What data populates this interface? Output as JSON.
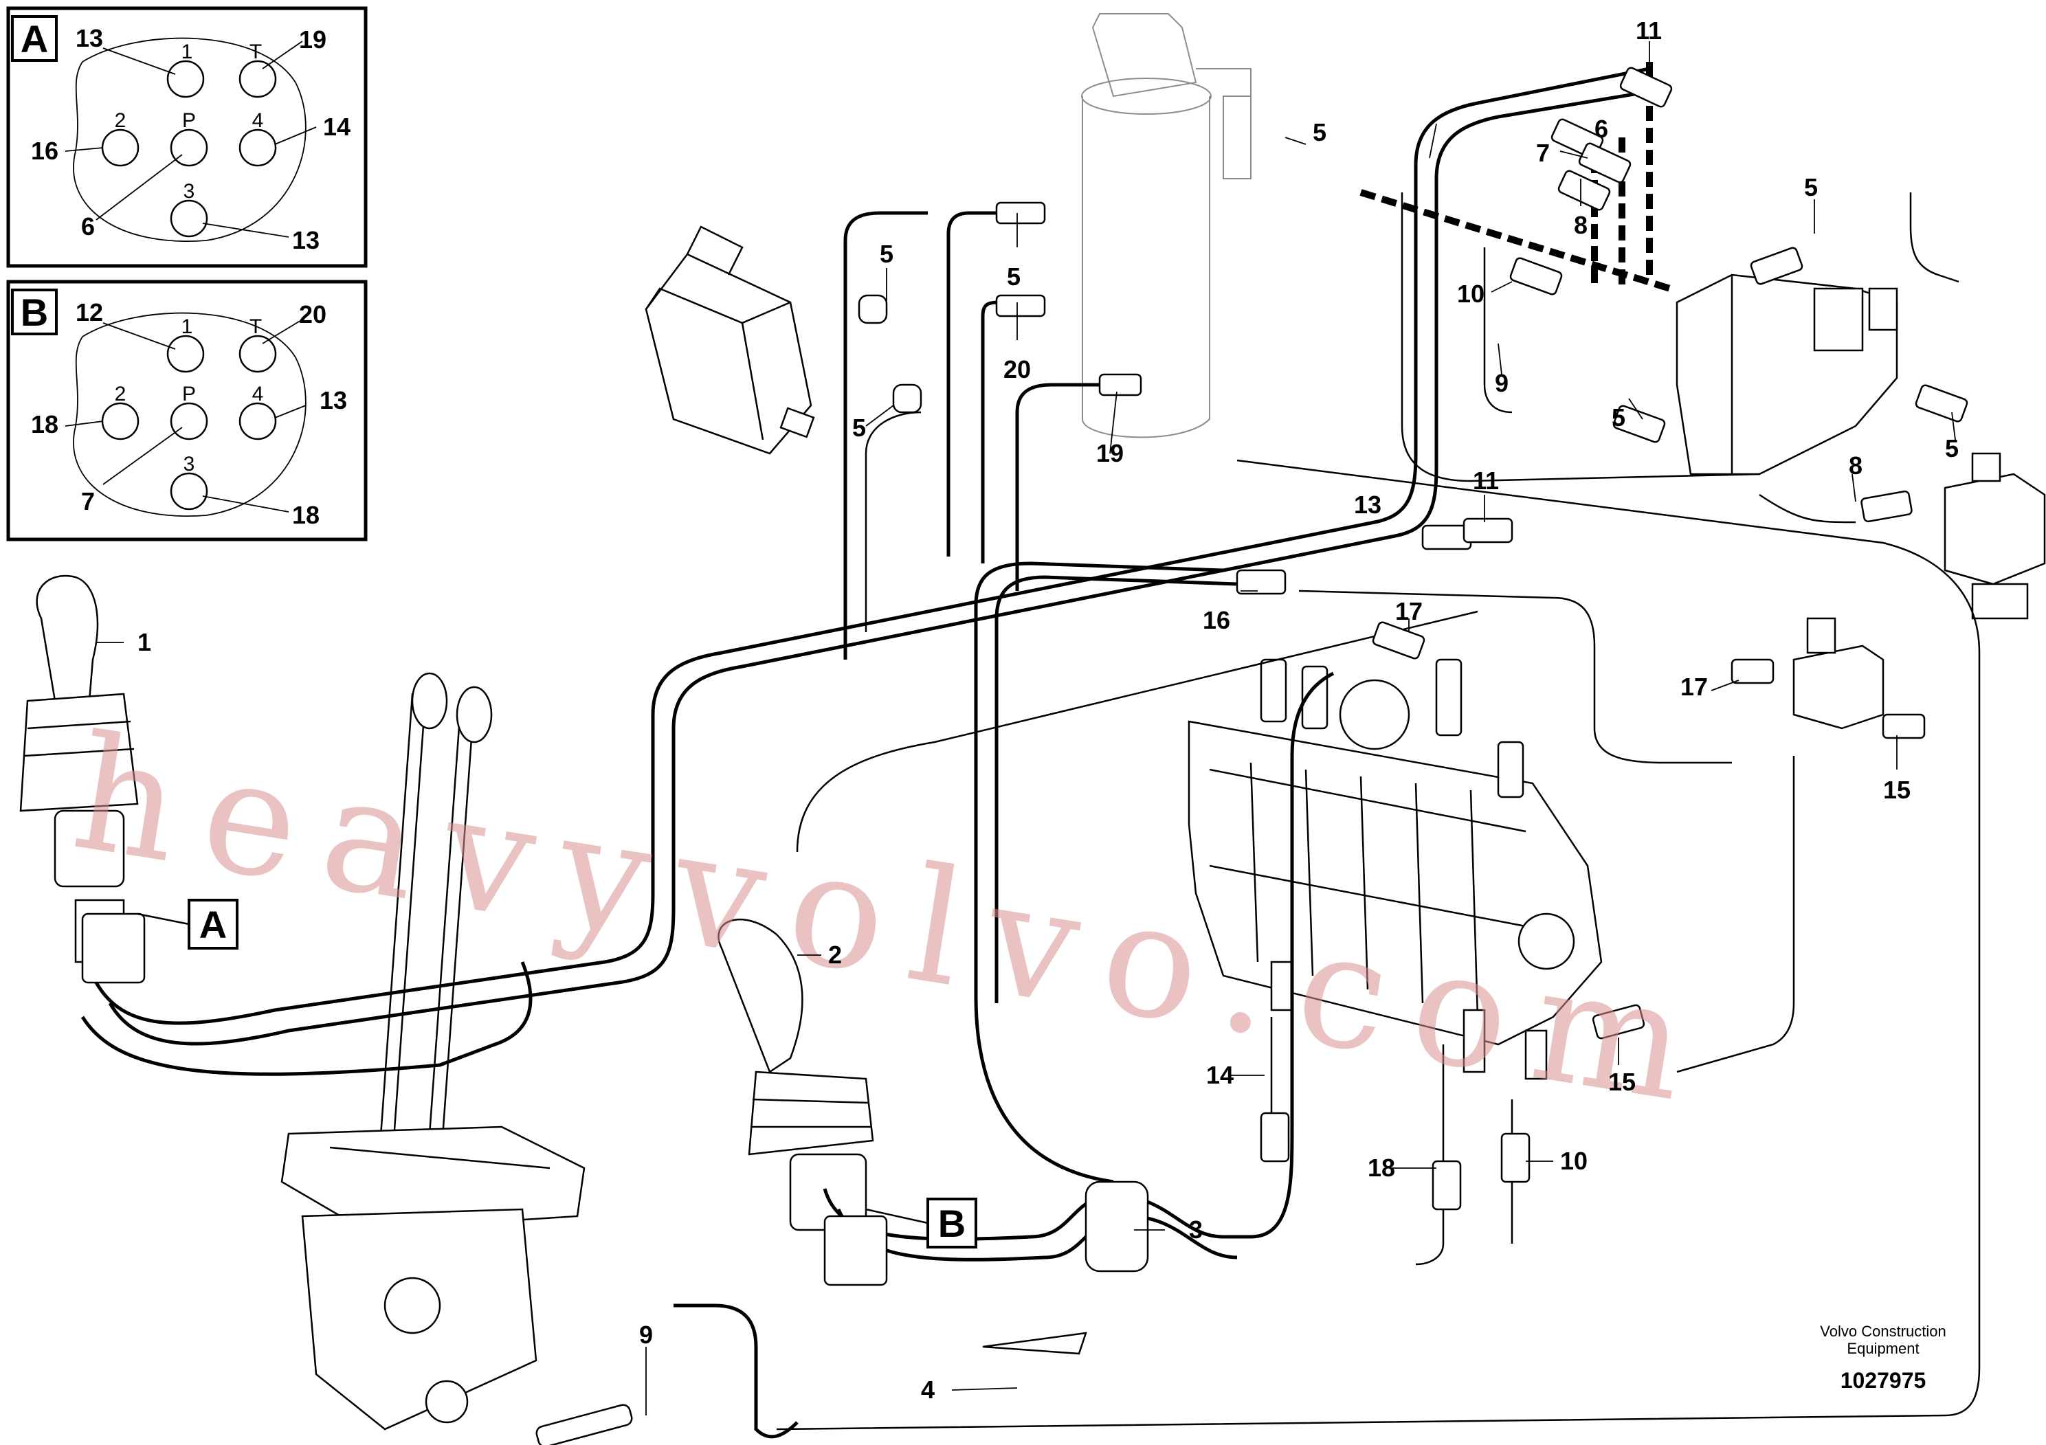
{
  "insets": [
    {
      "letter": "A",
      "pins": [
        "1",
        "T",
        "2",
        "P",
        "4",
        "3"
      ],
      "callouts": [
        "13",
        "19",
        "16",
        "14",
        "6",
        "13"
      ]
    },
    {
      "letter": "B",
      "pins": [
        "1",
        "T",
        "2",
        "P",
        "4",
        "3"
      ],
      "callouts": [
        "12",
        "20",
        "18",
        "13",
        "7",
        "18"
      ]
    }
  ],
  "callouts": {
    "c1": "1",
    "c2": "2",
    "c3": "3",
    "c4": "4",
    "c5a": "5",
    "c5b": "5",
    "c5c": "5",
    "c5d": "5",
    "c5e": "5",
    "c5f": "5",
    "c5g": "5",
    "c6": "6",
    "c7": "7",
    "c8a": "8",
    "c8b": "8",
    "c9a": "9",
    "c9b": "9",
    "c10a": "10",
    "c10b": "10",
    "c11a": "11",
    "c11b": "11",
    "c13": "13",
    "c14": "14",
    "c15a": "15",
    "c15b": "15",
    "c16": "16",
    "c17a": "17",
    "c17b": "17",
    "c18": "18",
    "c19": "19",
    "c20": "20"
  },
  "detail_labels": {
    "a": "A",
    "b": "B"
  },
  "footer": {
    "company_line1": "Volvo Construction",
    "company_line2": "Equipment",
    "doc_number": "1027975"
  },
  "watermark": "heavyvolvo.com"
}
